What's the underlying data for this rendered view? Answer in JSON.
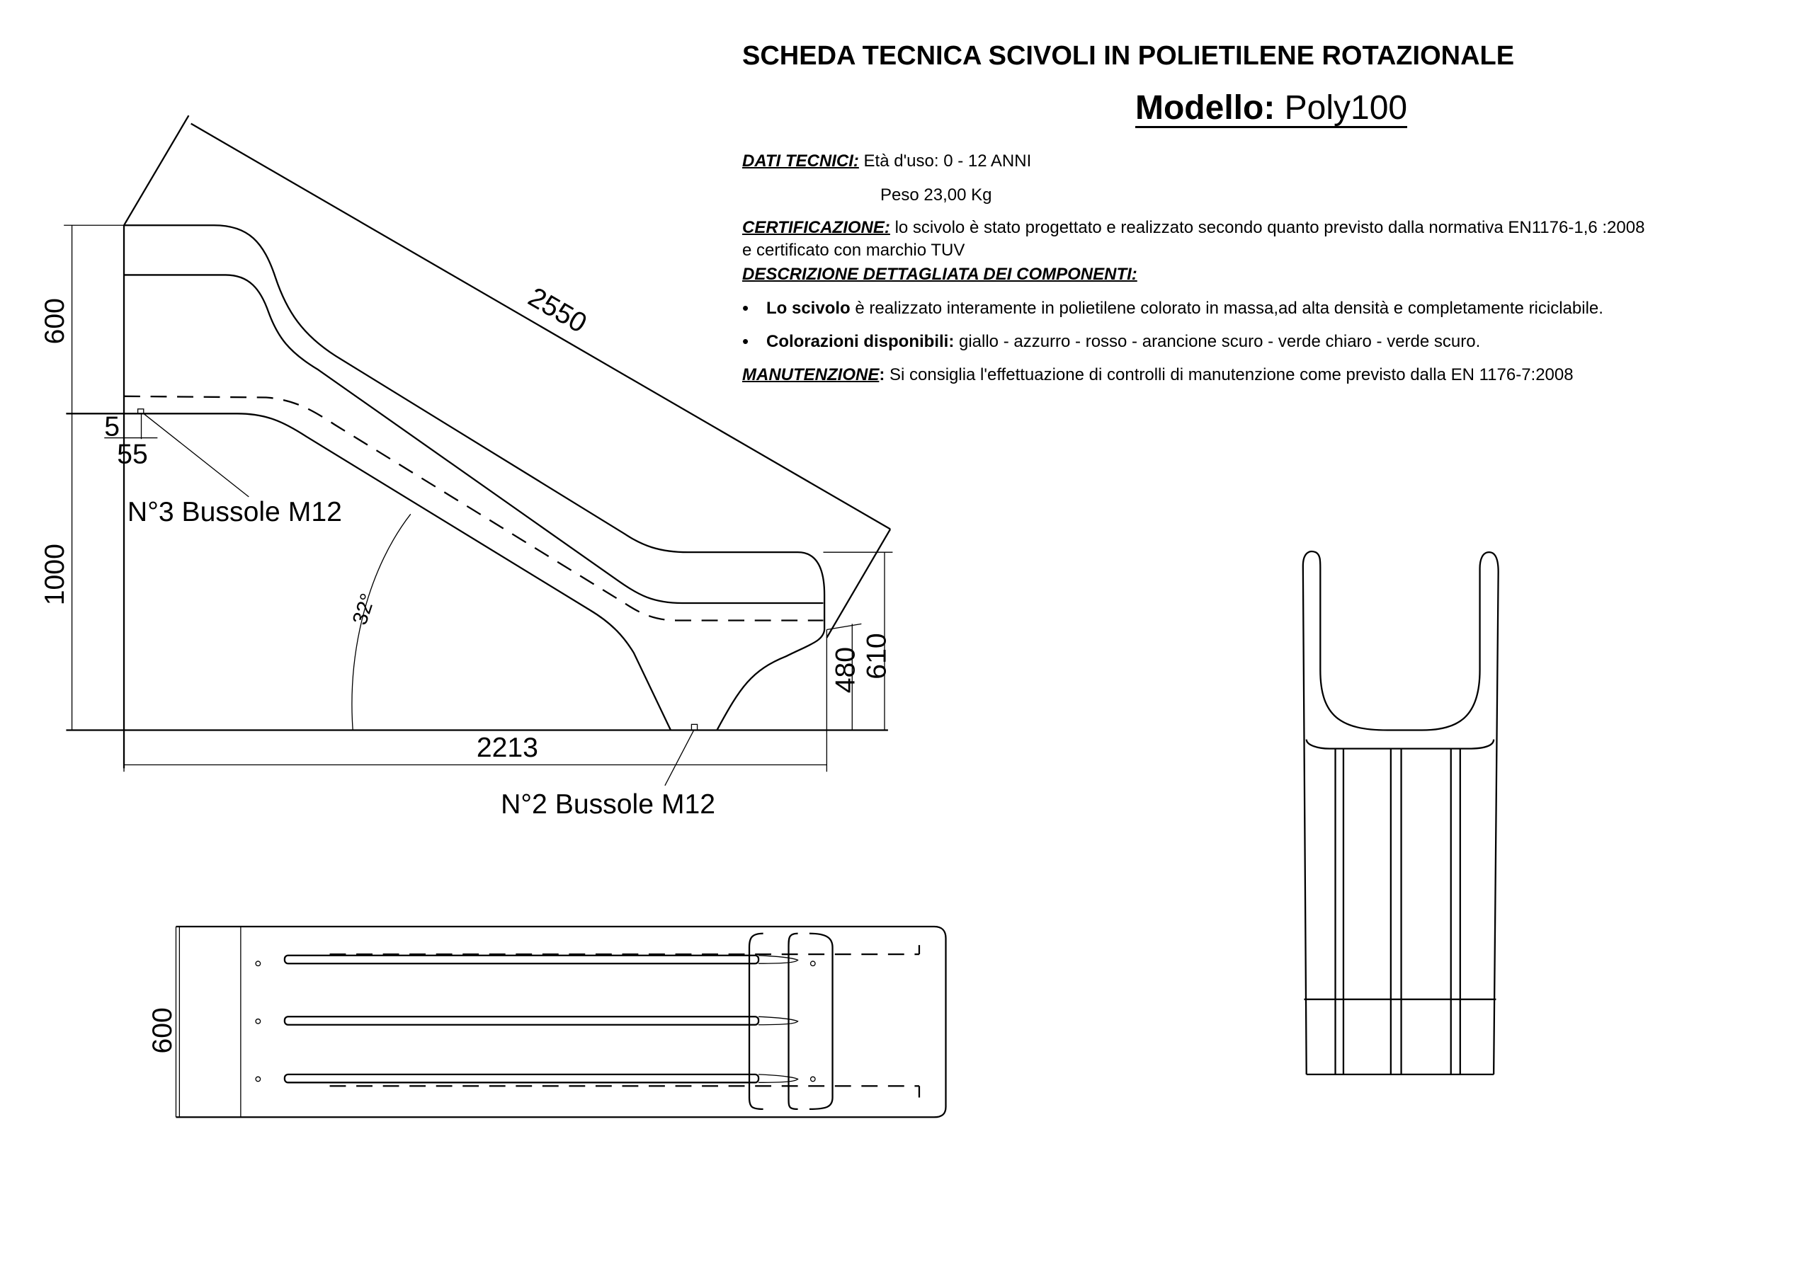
{
  "header": {
    "title": "SCHEDA TECNICA SCIVOLI  IN POLIETILENE ROTAZIONALE",
    "model_label": "Modello:",
    "model_value": "Poly100"
  },
  "specs": {
    "dati_label": "DATI TECNICI:",
    "eta": "Età d'uso: 0 - 12 ANNI",
    "peso": "Peso 23,00 Kg",
    "cert_label": "CERTIFICAZIONE:",
    "cert_text": "lo scivolo è stato progettato e realizzato secondo quanto previsto dalla normativa EN1176-1,6 :2008",
    "cert_text2": "e certificato con marchio TUV",
    "desc_label": "DESCRIZIONE DETTAGLIATA DEI COMPONENTI:",
    "bullets": [
      {
        "bold": "Lo scivolo",
        "text": " è realizzato interamente in polietilene  colorato in massa,ad alta densità e completamente riciclabile."
      },
      {
        "bold": "Colorazioni disponibili:",
        "text": " giallo - azzurro - rosso - arancione scuro - verde chiaro - verde scuro."
      }
    ],
    "man_label": "MANUTENZIONE",
    "man_colon": ":",
    "man_text": " Si consiglia l'effettuazione di controlli di manutenzione come previsto dalla EN 1176-7:2008"
  },
  "drawing": {
    "dim_length": "2550",
    "dim_600": "600",
    "dim_1000": "1000",
    "dim_5": "5",
    "dim_55": "55",
    "dim_2213": "2213",
    "dim_480": "480",
    "dim_610": "610",
    "angle": "32°",
    "callout_top": "N°3 Bussole M12",
    "callout_bottom": "N°2 Bussole M12",
    "plan_600": "600"
  }
}
